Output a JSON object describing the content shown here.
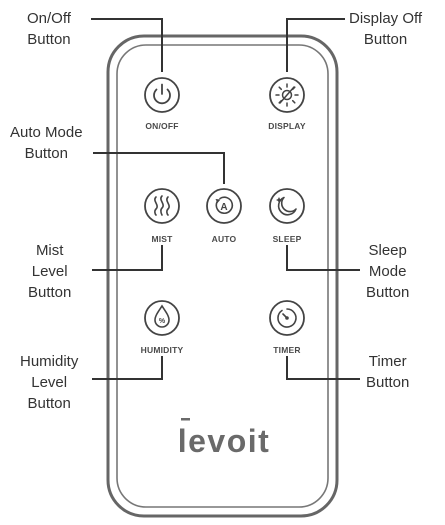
{
  "callouts": {
    "onoff": [
      "On/Off",
      "Button"
    ],
    "display": [
      "Display Off",
      "Button"
    ],
    "auto": [
      "Auto Mode",
      "Button"
    ],
    "mist": [
      "Mist",
      "Level",
      "Button"
    ],
    "sleep": [
      "Sleep",
      "Mode",
      "Button"
    ],
    "humidity": [
      "Humidity",
      "Level",
      "Button"
    ],
    "timer": [
      "Timer",
      "Button"
    ]
  },
  "buttons": {
    "onoff": {
      "label": "ON/OFF",
      "icon": "power-icon"
    },
    "display": {
      "label": "DISPLAY",
      "icon": "display-off-icon"
    },
    "mist": {
      "label": "MIST",
      "icon": "mist-icon"
    },
    "auto": {
      "label": "AUTO",
      "icon": "auto-icon"
    },
    "sleep": {
      "label": "SLEEP",
      "icon": "moon-icon"
    },
    "humidity": {
      "label": "HUMIDITY",
      "icon": "humidity-drop-icon"
    },
    "timer": {
      "label": "TIMER",
      "icon": "timer-icon"
    }
  },
  "logo": "levoit",
  "colors": {
    "outline": "#555555",
    "line": "#333333",
    "remote_fill": "#ffffff"
  }
}
